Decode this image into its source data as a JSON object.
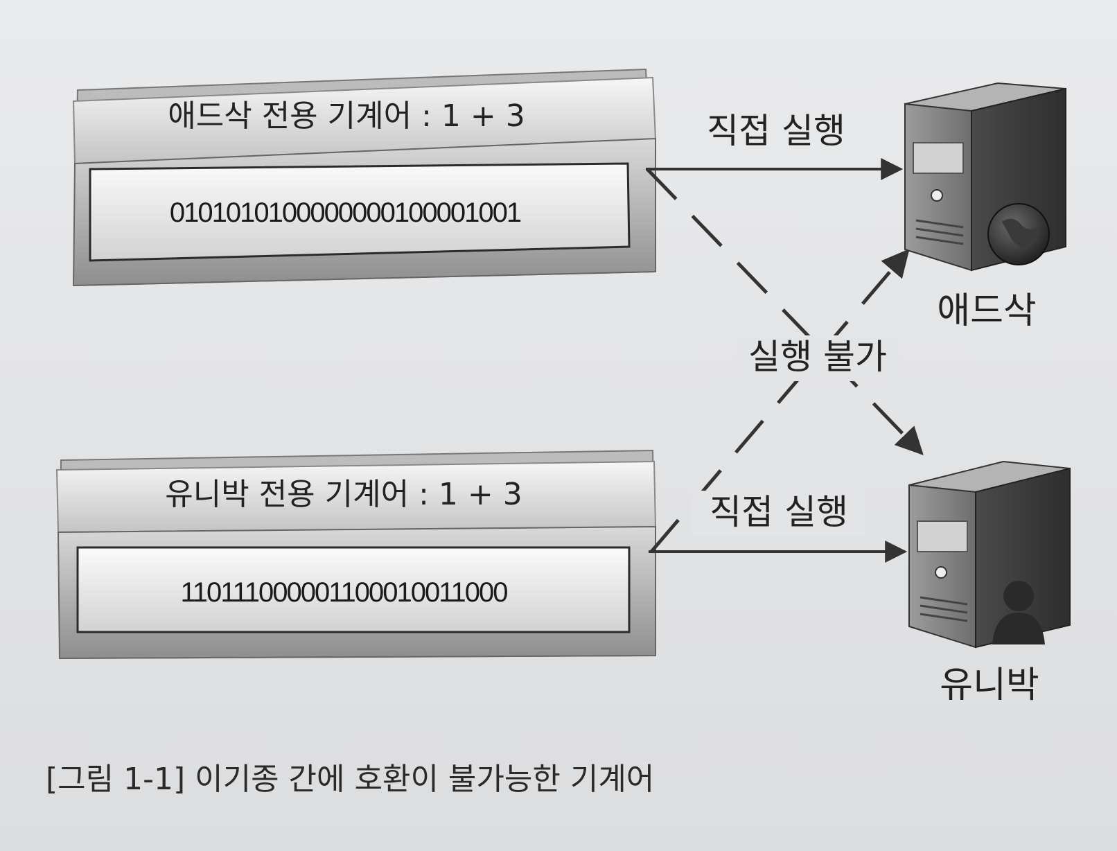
{
  "machine_boxes": [
    {
      "title": "애드삭 전용 기계어 : 1 + 3",
      "code": "0101010100000000100001001"
    },
    {
      "title": "유니박 전용 기계어 : 1 + 3",
      "code": "110111000001100010011000"
    }
  ],
  "servers": [
    {
      "label": "애드삭"
    },
    {
      "label": "유니박"
    }
  ],
  "arrows": {
    "direct_top": "직접 실행",
    "direct_bottom": "직접 실행",
    "cross": "실행 불가"
  },
  "caption": "[그림 1-1] 이기종 간에 호환이 불가능한 기계어"
}
